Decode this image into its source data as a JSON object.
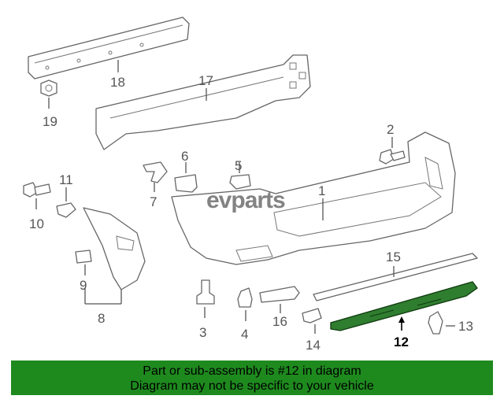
{
  "watermark": "evparts",
  "callouts": {
    "c1": "1",
    "c2": "2",
    "c3": "3",
    "c4": "4",
    "c5": "5",
    "c6": "6",
    "c7": "7",
    "c8": "8",
    "c9": "9",
    "c10": "10",
    "c11": "11",
    "c12": "12",
    "c13": "13",
    "c14": "14",
    "c15": "15",
    "c16": "16",
    "c17": "17",
    "c18": "18",
    "c19": "19"
  },
  "highlighted_part": "12",
  "colors": {
    "highlight": "#2f7d2f",
    "banner": "#1e8a1e"
  },
  "banner": {
    "line1": "Part or sub-assembly is #12 in diagram",
    "line2": "Diagram may not be specific to your vehicle"
  }
}
